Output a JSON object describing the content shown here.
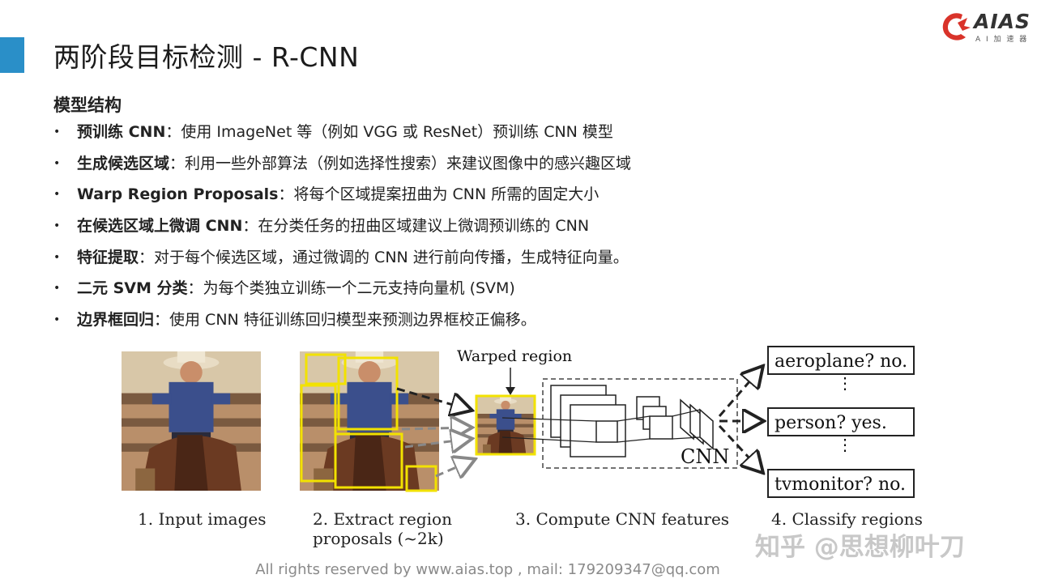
{
  "slide": {
    "title": "两阶段目标检测 - R-CNN",
    "section_heading": "模型结构"
  },
  "logo": {
    "brand": "AIAS",
    "subtitle": "A I 加 速 器"
  },
  "bullets": [
    {
      "label": "预训练 CNN",
      "text": "：使用 ImageNet 等（例如 VGG 或 ResNet）预训练 CNN 模型"
    },
    {
      "label": "生成候选区域",
      "text": "：利用一些外部算法（例如选择性搜索）来建议图像中的感兴趣区域"
    },
    {
      "label": "Warp Region Proposals",
      "text": "：将每个区域提案扭曲为 CNN 所需的固定大小"
    },
    {
      "label": "在候选区域上微调 CNN",
      "text": "：在分类任务的扭曲区域建议上微调预训练的 CNN"
    },
    {
      "label": "特征提取",
      "text": "：对于每个候选区域，通过微调的 CNN 进行前向传播，生成特征向量。"
    },
    {
      "label": "二元 SVM 分类",
      "text": "：为每个类独立训练一个二元支持向量机 (SVM)"
    },
    {
      "label": "边界框回归",
      "text": "：使用 CNN 特征训练回归模型来预测边界框校正偏移。"
    }
  ],
  "diagram": {
    "warped_label": "Warped region",
    "cnn_label": "CNN",
    "outputs": [
      "aeroplane? no.",
      "person? yes.",
      "tvmonitor? no."
    ],
    "captions": {
      "step1": "1. Input images",
      "step2_line1": "2. Extract region",
      "step2_line2": "proposals (~2k)",
      "step3": "3. Compute CNN features",
      "step4": "4. Classify regions"
    },
    "colors": {
      "proposal": "#f2e200",
      "frame": "#222222"
    }
  },
  "footer": "All rights reserved by www.aias.top , mail: 179209347@qq.com",
  "watermark": "知乎 @思想柳叶刀"
}
